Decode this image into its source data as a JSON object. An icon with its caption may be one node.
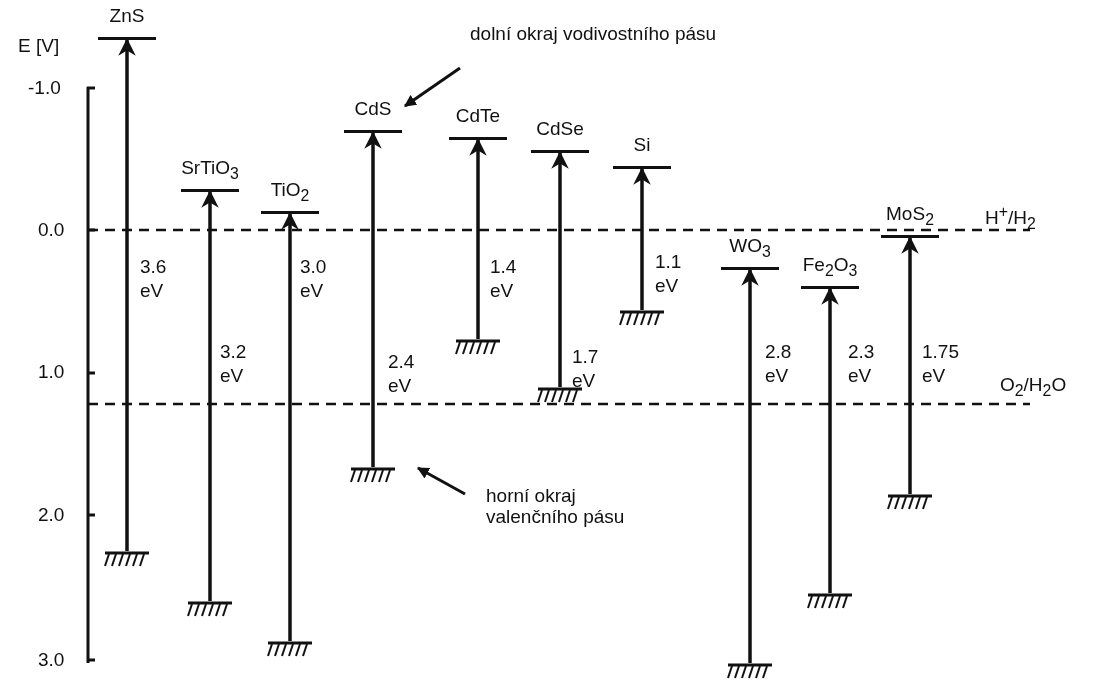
{
  "diagram": {
    "nodes": [
      {
        "text": [
          "ZnS"
        ]
      },
      {
        "text": [],
        "shape": "bar"
      },
      {
        "text": [
          "SrTiO$_{3}$"
        ]
      },
      {
        "text": [],
        "shape": "bar"
      },
      {
        "text": [
          "TiO$_{2}$"
        ]
      },
      {
        "text": [],
        "shape": "bar"
      },
      {
        "text": [
          "CdS"
        ]
      },
      {
        "text": [],
        "shape": "bar"
      },
      {
        "text": [
          "CdTe"
        ]
      },
      {
        "text": [],
        "shape": "bar"
      },
      {
        "text": [
          "CdSe"
        ]
      },
      {
        "text": [],
        "shape": "bar"
      },
      {
        "text": [
          "Si"
        ]
      },
      {
        "text": [],
        "shape": "bar"
      },
      {
        "text": [
          "WO$_{3}$"
        ]
      },
      {
        "text": [],
        "shape": "bar"
      },
      {
        "text": [
          "Fe$_{2}$O$_{3}$"
        ]
      },
      {
        "text": [],
        "shape": "bar"
      },
      {
        "text": [
          "MoS$_{2}$"
        ]
      },
      {
        "text": [],
        "shape": "bar"
      },
      {
        "text": [
          "dolní okraj vodivostního pásu"
        ]
      },
      {
        "text": [
          "horní okraj valenčního pásu"
        ]
      }
    ],
    "edges": [
      {
        "from": 1,
        "to": 0,
        "arrow": "to",
        "label": "3.6 eV"
      },
      {
        "from": 3,
        "to": 2,
        "arrow": "to",
        "label": "3.2 eV"
      },
      {
        "from": 5,
        "to": 4,
        "arrow": "to",
        "label": "3.0 eV"
      },
      {
        "from": 7,
        "to": 6,
        "arrow": "to",
        "label": "2.4 eV"
      },
      {
        "from": 9,
        "to": 8,
        "arrow": "to",
        "label": "1.4 eV"
      },
      {
        "from": 11,
        "to": 10,
        "arrow": "to",
        "label": "1.7 eV"
      },
      {
        "from": 13,
        "to": 12,
        "arrow": "to",
        "label": "1.1 eV"
      },
      {
        "from": 15,
        "to": 14,
        "arrow": "to",
        "label": "2.8 eV"
      },
      {
        "from": 17,
        "to": 16,
        "arrow": "to",
        "label": "2.3 eV"
      },
      {
        "from": 19,
        "to": 18,
        "arrow": "to",
        "label": "1.75 eV"
      },
      {
        "from": 20,
        "to": 6,
        "arrow": "to"
      },
      {
        "from": 21,
        "to": 7,
        "arrow": "to"
      }
    ],
    "labels": [
      "E [V]",
      "-1.0",
      "0.0",
      "1.0",
      "2.0",
      "3.0",
      "H$^{+}$/H$_{2}$",
      "O$_{2}$/H$_{2}$O"
    ]
  }
}
